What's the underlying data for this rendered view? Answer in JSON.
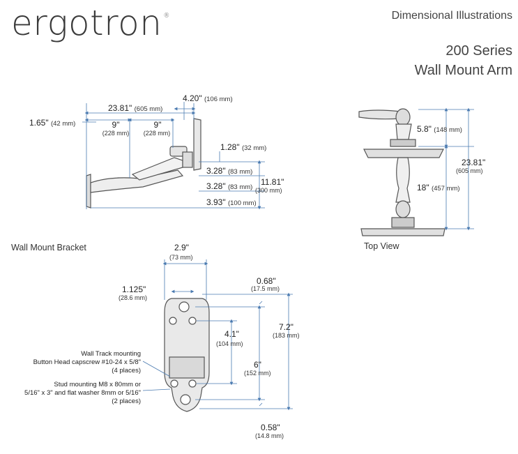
{
  "brand": {
    "logo_text": "ergotron",
    "reg": "®"
  },
  "header": {
    "subtitle": "Dimensional Illustrations",
    "title_line1": "200 Series",
    "title_line2": "Wall Mount Arm"
  },
  "side_view": {
    "d_overall": "23.81\"",
    "d_overall_mm": "(605 mm)",
    "d_head": "4.20\"",
    "d_head_mm": "(106 mm)",
    "d_offset": "1.65\"",
    "d_offset_mm": "(42 mm)",
    "d_link1": "9\"",
    "d_link1_mm": "(228 mm)",
    "d_link2": "9\"",
    "d_link2_mm": "(228 mm)",
    "d_a": "1.28\"",
    "d_a_mm": "(32 mm)",
    "d_b": "3.28\"",
    "d_b_mm": "(83 mm)",
    "d_c": "3.28\"",
    "d_c_mm": "(83 mm)",
    "d_height": "11.81\"",
    "d_height_mm": "(300 mm)",
    "d_base": "3.93\"",
    "d_base_mm": "(100 mm)"
  },
  "top_view": {
    "label": "Top View",
    "d_top": "5.8\"",
    "d_top_mm": "(148 mm)",
    "d_total": "23.81\"",
    "d_total_mm": "(605 mm)",
    "d_arm": "18\"",
    "d_arm_mm": "(457 mm)"
  },
  "bracket": {
    "label": "Wall Mount Bracket",
    "d_width": "2.9\"",
    "d_width_mm": "(73 mm)",
    "d_hole": "1.125\"",
    "d_hole_mm": "(28.6 mm)",
    "d_top": "0.68\"",
    "d_top_mm": "(17.5 mm)",
    "d_spacing": "4.1\"",
    "d_spacing_mm": "(104 mm)",
    "d_height": "7.2\"",
    "d_height_mm": "(183 mm)",
    "d_stud": "6\"",
    "d_stud_mm": "(152 mm)",
    "d_bottom": "0.58\"",
    "d_bottom_mm": "(14.8 mm)",
    "note1_l1": "Wall Track mounting",
    "note1_l2": "Button Head capscrew #10-24 x 5/8\"",
    "note1_l3": "(4 places)",
    "note2_l1": "Stud mounting M8 x 80mm or",
    "note2_l2": "5/16\" x 3\" and flat washer 8mm or 5/16\"",
    "note2_l3": "(2 places)"
  },
  "colors": {
    "dim_line": "#4a7ab0",
    "part": "#555555"
  }
}
